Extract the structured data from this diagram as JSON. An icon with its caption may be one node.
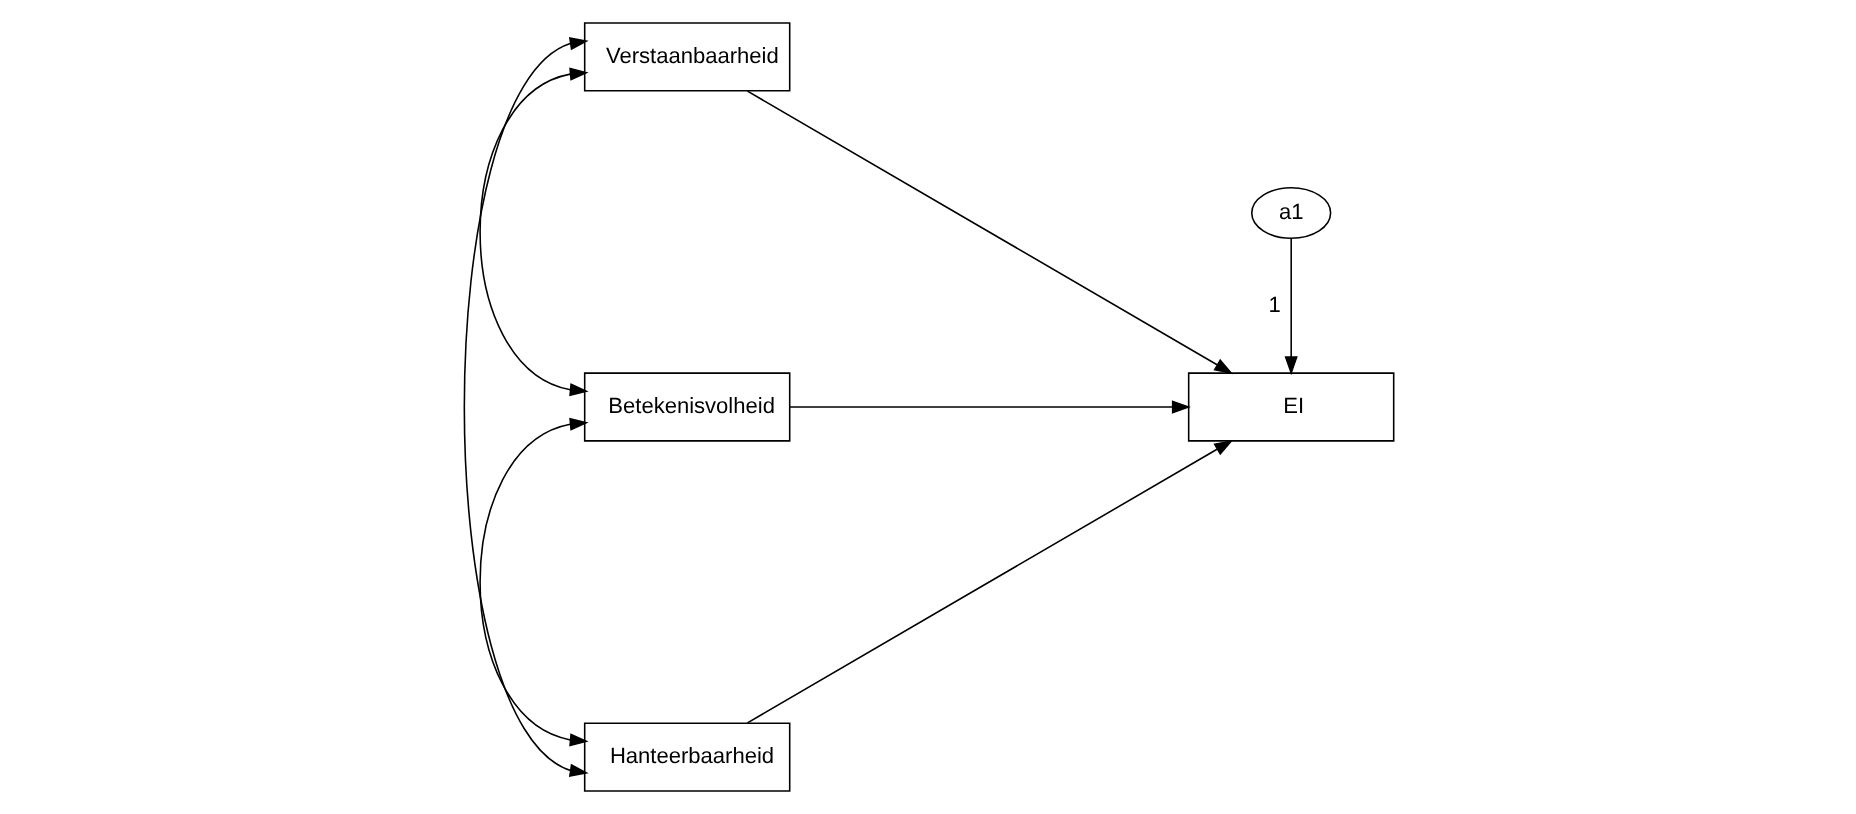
{
  "diagram": {
    "nodes": [
      {
        "text": [
          "a1"
        ]
      },
      {
        "text": [
          "Verstaanbaarheid"
        ]
      },
      {
        "text": [
          "Betekenisvolheid"
        ]
      },
      {
        "text": [
          "Hanteerbaarheid"
        ]
      },
      {
        "text": [
          "EI"
        ]
      }
    ],
    "edges": [
      {
        "from": 0,
        "to": 4,
        "arrow": "to",
        "label": "1"
      },
      {
        "from": 1,
        "to": 4,
        "arrow": "to"
      },
      {
        "from": 2,
        "to": 4,
        "arrow": "to"
      },
      {
        "from": 3,
        "to": 4,
        "arrow": "to"
      },
      {
        "from": 1,
        "to": 2,
        "arrow": "both"
      },
      {
        "from": 2,
        "to": 3,
        "arrow": "both"
      },
      {
        "from": 1,
        "to": 3,
        "arrow": "both"
      }
    ]
  }
}
